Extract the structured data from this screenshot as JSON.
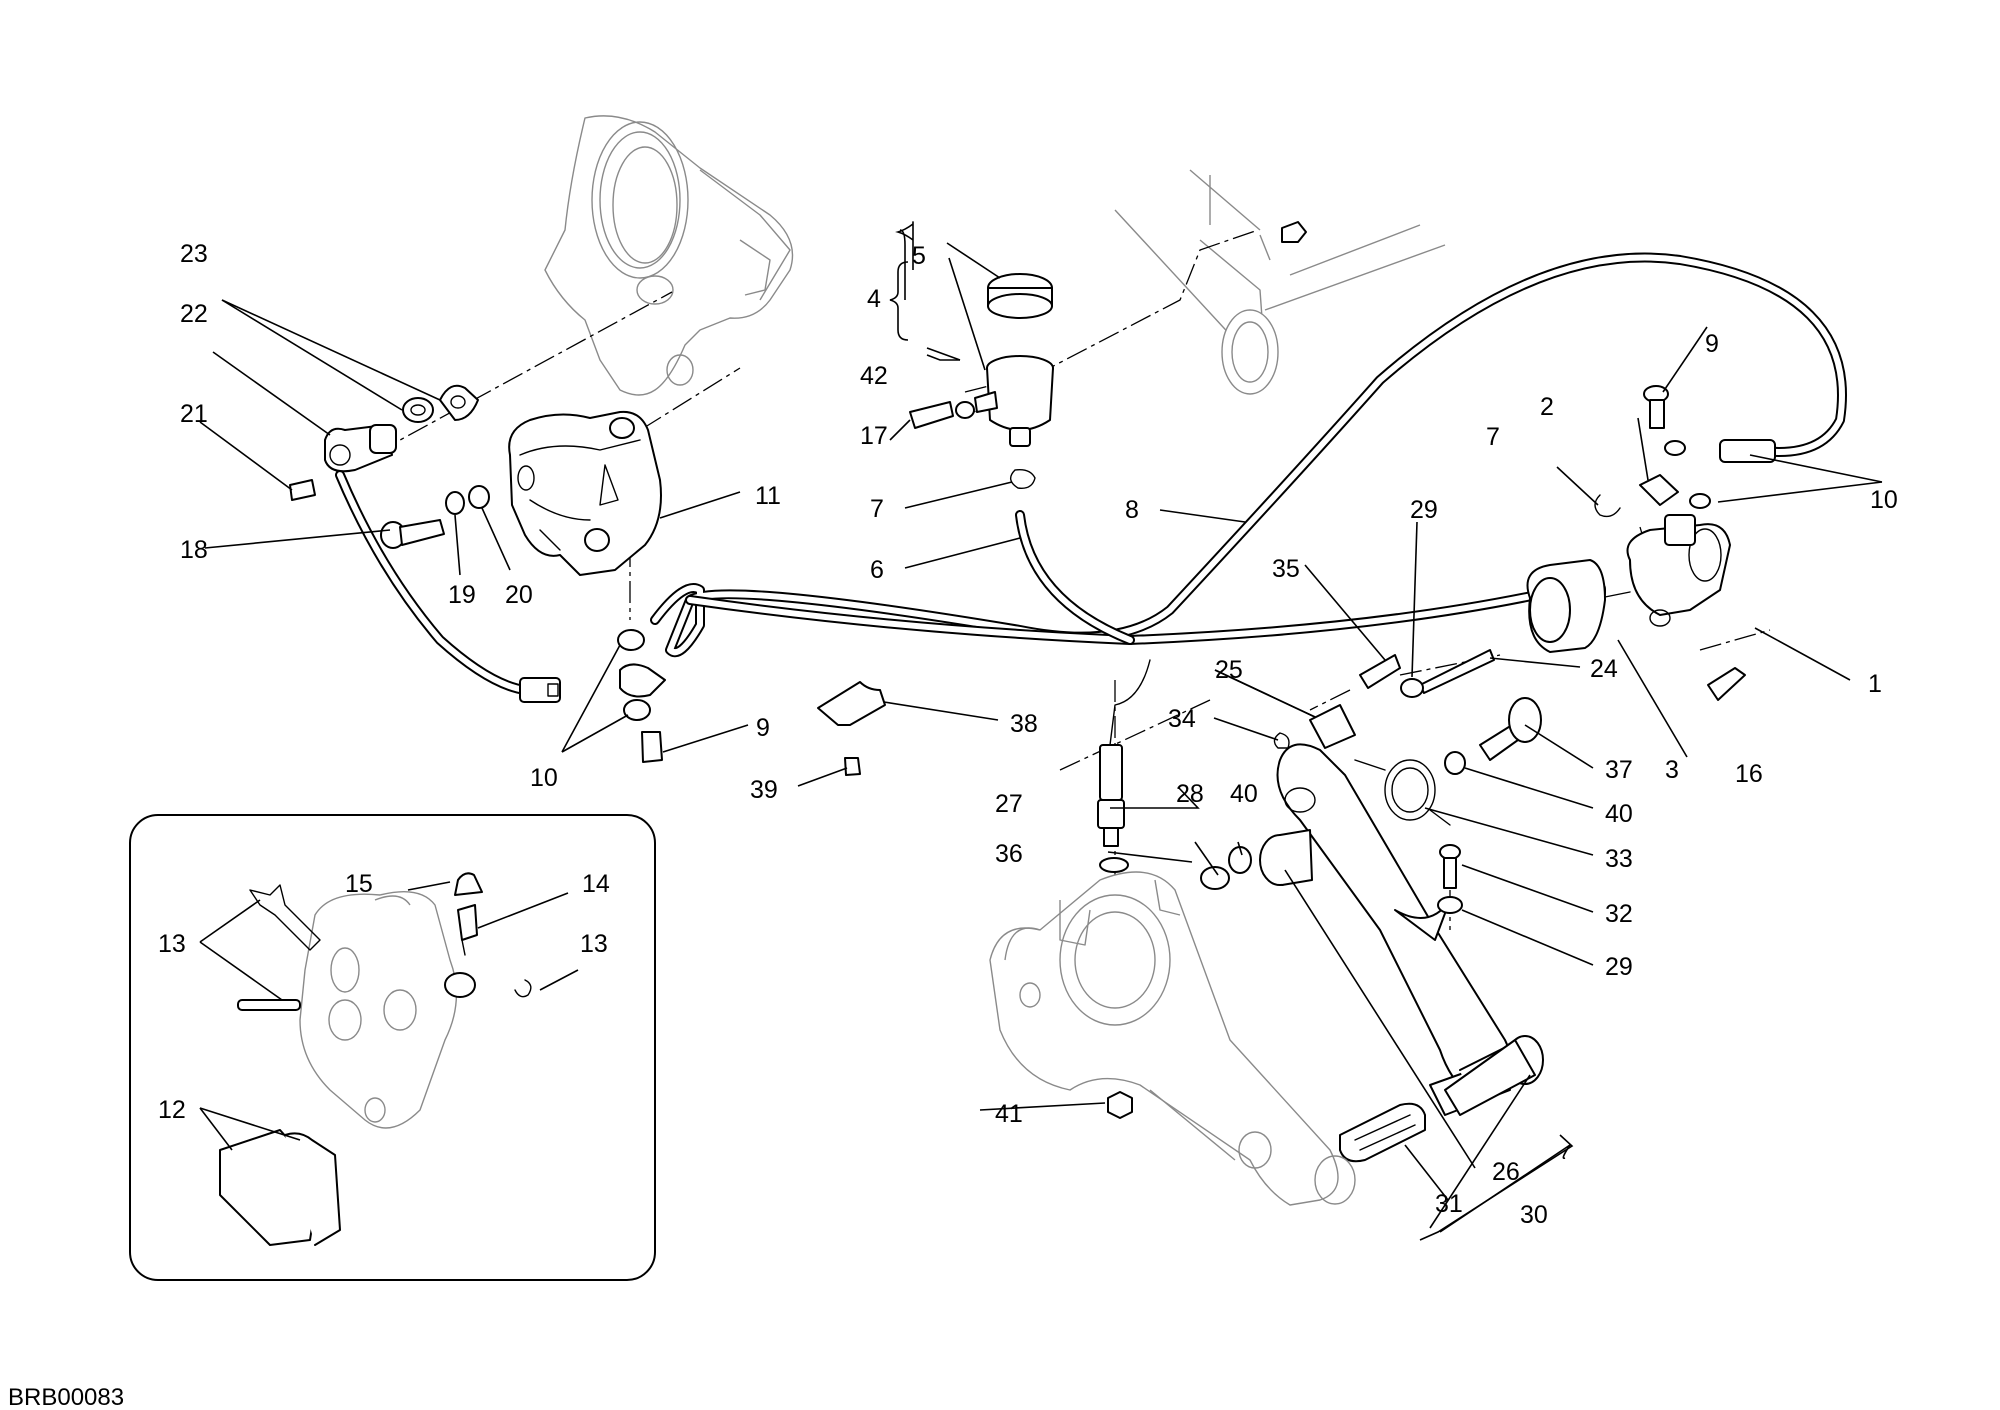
{
  "drawing_code": "BRB00083",
  "callouts": {
    "c1": "1",
    "c2": "2",
    "c3": "3",
    "c4": "4",
    "c5": "5",
    "c6": "6",
    "c7a": "7",
    "c7b": "7",
    "c8": "8",
    "c9a": "9",
    "c9b": "9",
    "c10a": "10",
    "c10b": "10",
    "c11": "11",
    "c12": "12",
    "c13a": "13",
    "c13b": "13",
    "c14": "14",
    "c15": "15",
    "c16": "16",
    "c17": "17",
    "c18": "18",
    "c19": "19",
    "c20": "20",
    "c21": "21",
    "c22": "22",
    "c23": "23",
    "c24": "24",
    "c25": "25",
    "c26": "26",
    "c27": "27",
    "c28": "28",
    "c29a": "29",
    "c29b": "29",
    "c30": "30",
    "c31": "31",
    "c32": "32",
    "c33": "33",
    "c34": "34",
    "c35": "35",
    "c36": "36",
    "c37": "37",
    "c38": "38",
    "c39": "39",
    "c40a": "40",
    "c40b": "40",
    "c41": "41",
    "c42": "42"
  }
}
